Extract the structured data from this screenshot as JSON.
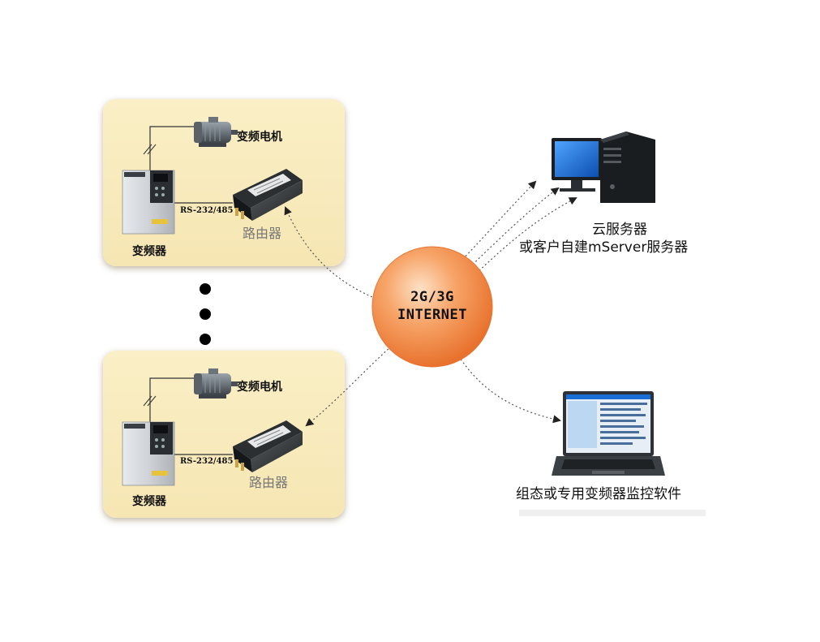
{
  "panels": [
    {
      "motor_label": "变频电机",
      "vfd_label": "变频器",
      "interface_label": "RS-232/485",
      "router_label": "路由器"
    },
    {
      "motor_label": "变频电机",
      "vfd_label": "变频器",
      "interface_label": "RS-232/485",
      "router_label": "路由器"
    }
  ],
  "network": {
    "line1": "2G/3G",
    "line2": "INTERNET"
  },
  "server": {
    "line1": "云服务器",
    "line2": "或客户自建mServer服务器"
  },
  "laptop": {
    "label": "组态或专用变频器监控软件"
  },
  "colors": {
    "panel_bg": "#f6e6b3",
    "globe": "#f0884a",
    "screen_blue": "#1a6fd6"
  },
  "icons": [
    "motor-icon",
    "vfd-icon",
    "router-icon",
    "desktop-computer-icon",
    "laptop-icon",
    "globe-icon"
  ]
}
